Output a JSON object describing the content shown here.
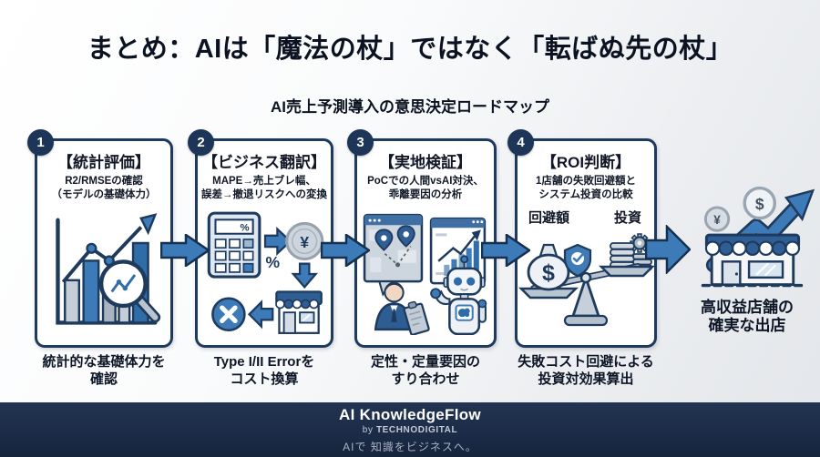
{
  "title": "まとめ：AIは「魔法の杖」ではなく「転ばぬ先の杖」",
  "subtitle": "AI売上予測導入の意思決定ロードマップ",
  "steps": [
    {
      "number": "1",
      "heading": "【統計評価】",
      "desc": [
        "R2/RMSEの確認",
        "（モデルの基礎体力）"
      ],
      "caption": [
        "統計的な基礎体力を",
        "確認"
      ],
      "icon": "bar-chart-magnifier-icon"
    },
    {
      "number": "2",
      "heading": "【ビジネス翻訳】",
      "desc": [
        "MAPE→売上ブレ幅、",
        "誤差→撤退リスクへの変換"
      ],
      "caption": [
        "Type I/II Errorを",
        "コスト換算"
      ],
      "icon": "calculator-yen-store-icon",
      "glyphs": {
        "percent": "%",
        "yen": "¥"
      }
    },
    {
      "number": "3",
      "heading": "【実地検証】",
      "desc": [
        "PoCでの人間vsAI対決、",
        "乖離要因の分析"
      ],
      "caption": [
        "定性・定量要因の",
        "すり合わせ"
      ],
      "icon": "human-vs-ai-icon"
    },
    {
      "number": "4",
      "heading": "【ROI判断】",
      "desc": [
        "1店舗の失敗回避額と",
        "システム投資の比較"
      ],
      "caption": [
        "失敗コスト回避による",
        "投資対効果算出"
      ],
      "icon": "balance-scale-icon",
      "labels": {
        "left": "回避額",
        "right": "投資"
      },
      "glyphs": {
        "dollar": "$"
      }
    }
  ],
  "outcome": {
    "text": [
      "高収益店舗の",
      "確実な出店"
    ],
    "icon": "storefront-growth-icon",
    "glyphs": {
      "yen": "¥",
      "dollar": "$"
    }
  },
  "footer": {
    "brand": "AI KnowledgeFlow",
    "by_label": "by",
    "company": "TECHNODIGITAL",
    "tagline": "AIで 知識をビジネスへ。"
  },
  "colors": {
    "accent_blue": "#3d7ab8",
    "outline_navy": "#1e3a5c",
    "badge_navy": "#1d3557",
    "footer_navy": "#1c2c48",
    "panel_bg": "#ffffff"
  }
}
